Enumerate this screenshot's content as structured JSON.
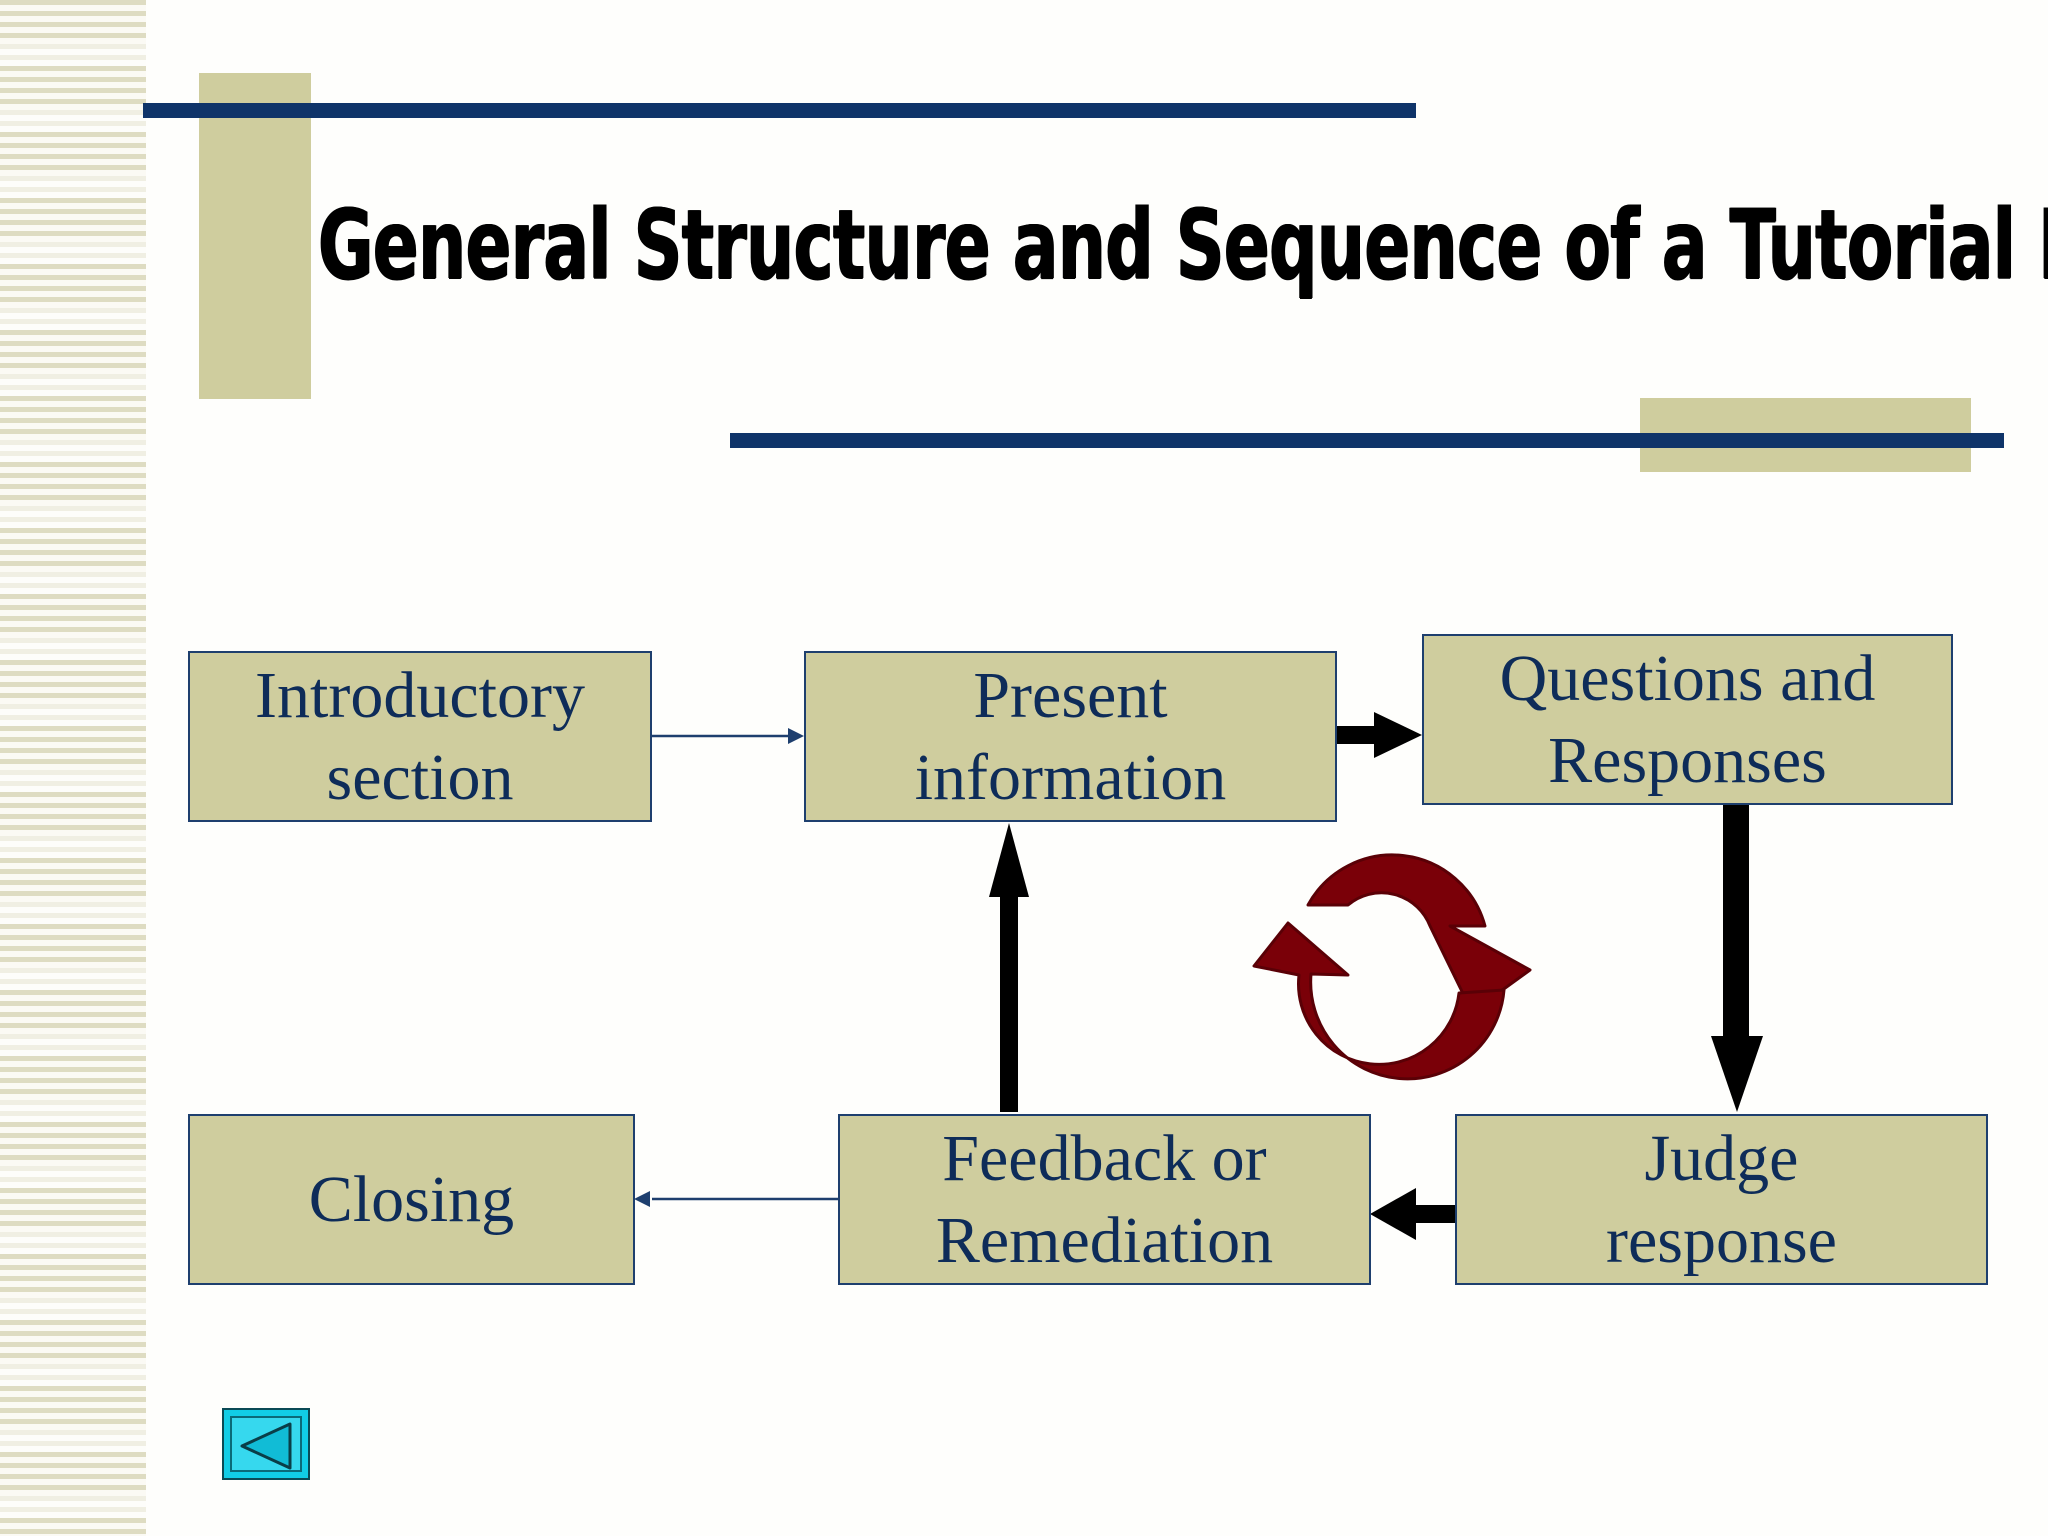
{
  "slide": {
    "title": "General  Structure and Sequence of a  Tutorial Program"
  },
  "diagram": {
    "nodes": [
      {
        "id": "intro",
        "label": "Introductory\n section"
      },
      {
        "id": "present",
        "label": "Present\n information"
      },
      {
        "id": "questions",
        "label": "Questions and\n Responses"
      },
      {
        "id": "closing",
        "label": "Closing"
      },
      {
        "id": "feedback",
        "label": "Feedback or\n Remediation"
      },
      {
        "id": "judge",
        "label": "Judge\nresponse"
      }
    ],
    "edges": [
      {
        "from": "intro",
        "to": "present",
        "style": "thin"
      },
      {
        "from": "present",
        "to": "questions",
        "style": "bold"
      },
      {
        "from": "questions",
        "to": "judge",
        "style": "bold"
      },
      {
        "from": "judge",
        "to": "feedback",
        "style": "bold"
      },
      {
        "from": "feedback",
        "to": "present",
        "style": "bold"
      },
      {
        "from": "feedback",
        "to": "closing",
        "style": "thin"
      }
    ],
    "cycle_icon": "circular-refresh-arrows-icon"
  },
  "navigation": {
    "back_icon": "left-triangle-icon"
  },
  "colors": {
    "box_fill": "#cfcd9e",
    "box_border": "#1e3f6e",
    "box_text": "#0e2c59",
    "rule_line": "#0f3469",
    "cycle_icon": "#7a0008",
    "nav_button": "#11cde6"
  }
}
